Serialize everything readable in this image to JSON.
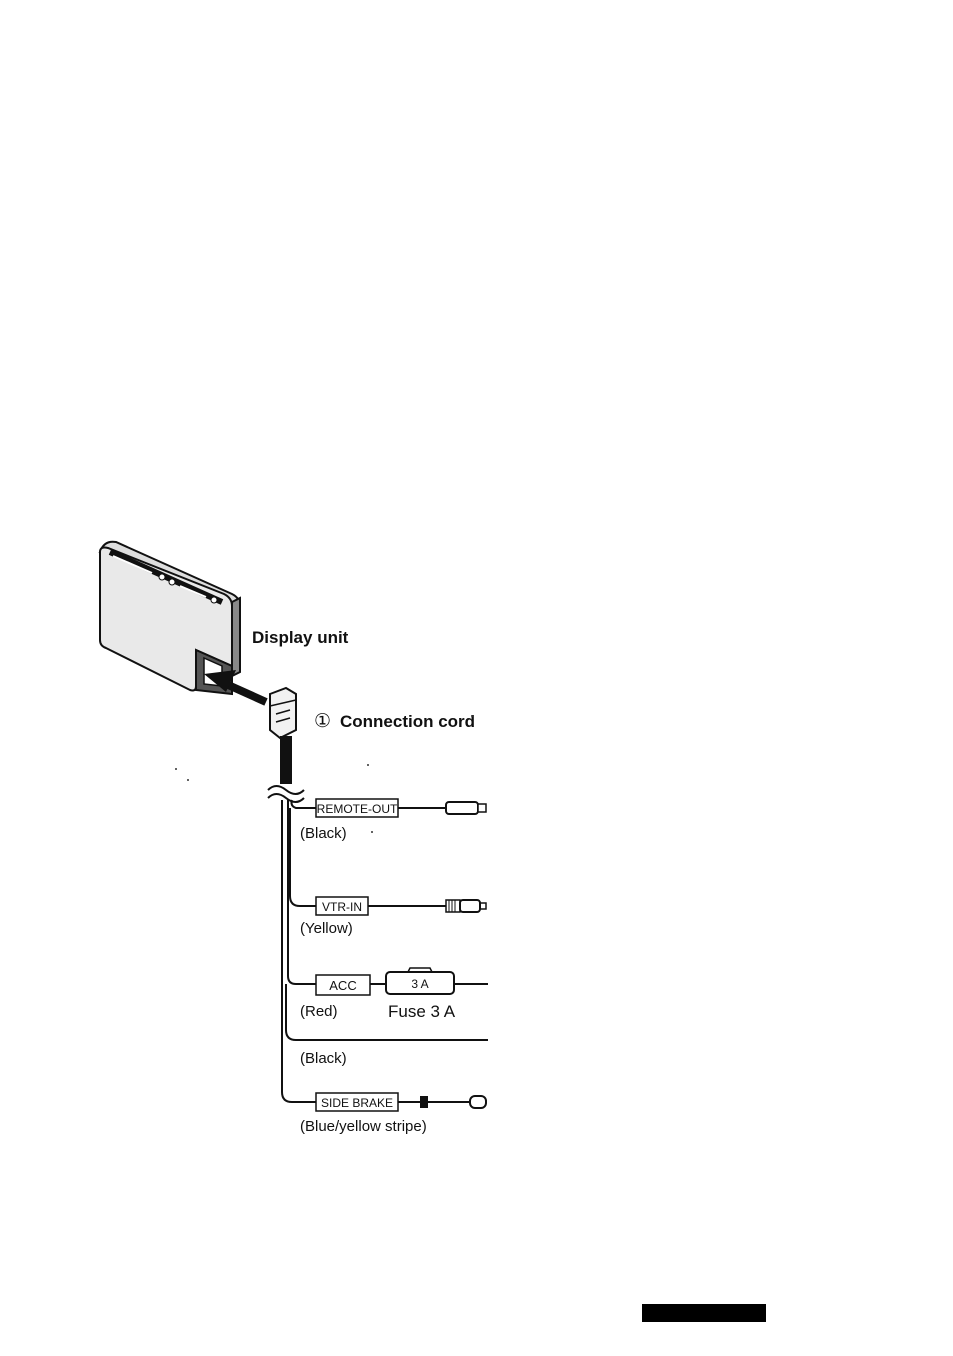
{
  "labels": {
    "display_unit": "Display unit",
    "connection_cord_number": "①",
    "connection_cord": "Connection cord",
    "fuse": "Fuse 3 A"
  },
  "cords": [
    {
      "tag": "REMOTE-OUT",
      "color": "(Black)"
    },
    {
      "tag": "VTR-IN",
      "color": "(Yellow)"
    },
    {
      "tag": "ACC",
      "color": "(Red)",
      "fuse_tag": "3 A"
    },
    {
      "tag": "",
      "color": "(Black)"
    },
    {
      "tag": "SIDE BRAKE",
      "color": "(Blue/yellow stripe)"
    }
  ]
}
